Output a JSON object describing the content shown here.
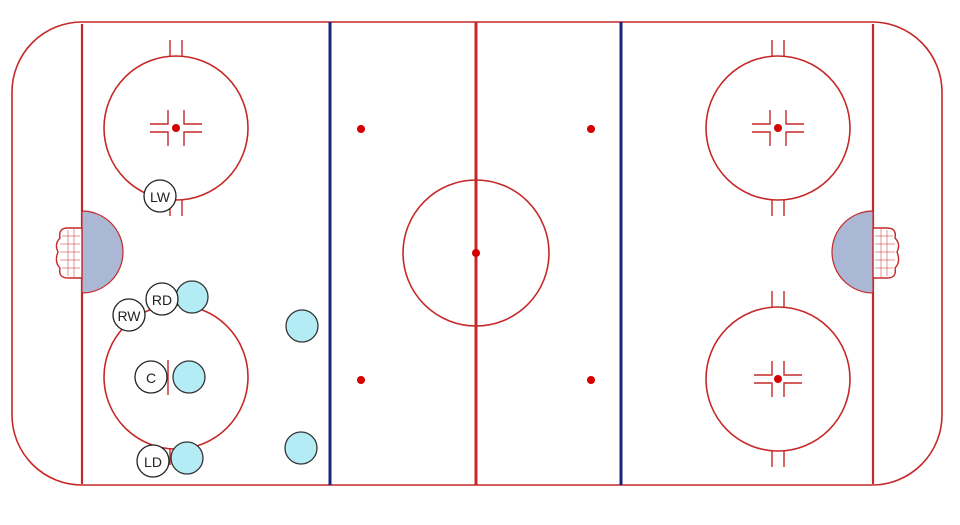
{
  "rink": {
    "colors": {
      "boards": "#c62828",
      "blue_lines": "#1a237e",
      "crease": "#aab8d6",
      "opponent_fill": "#b3ecf5"
    }
  },
  "players": {
    "lw": "LW",
    "rd": "RD",
    "rw": "RW",
    "c": "C",
    "ld": "LD"
  }
}
